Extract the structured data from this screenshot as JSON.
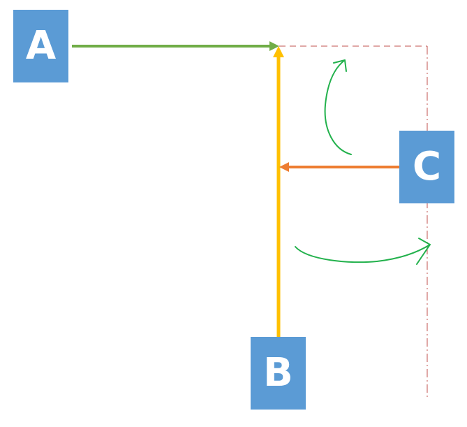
{
  "nodes": {
    "a": {
      "label": "A"
    },
    "b": {
      "label": "B"
    },
    "c": {
      "label": "C"
    }
  },
  "colors": {
    "node_fill": "#5b9bd5",
    "node_text": "#ffffff",
    "arrow_a": "#70ad47",
    "arrow_b": "#ffc000",
    "arrow_c": "#ed7d31",
    "rotation_hint": "#22b14c",
    "guide_dashed": "#c0504d"
  }
}
